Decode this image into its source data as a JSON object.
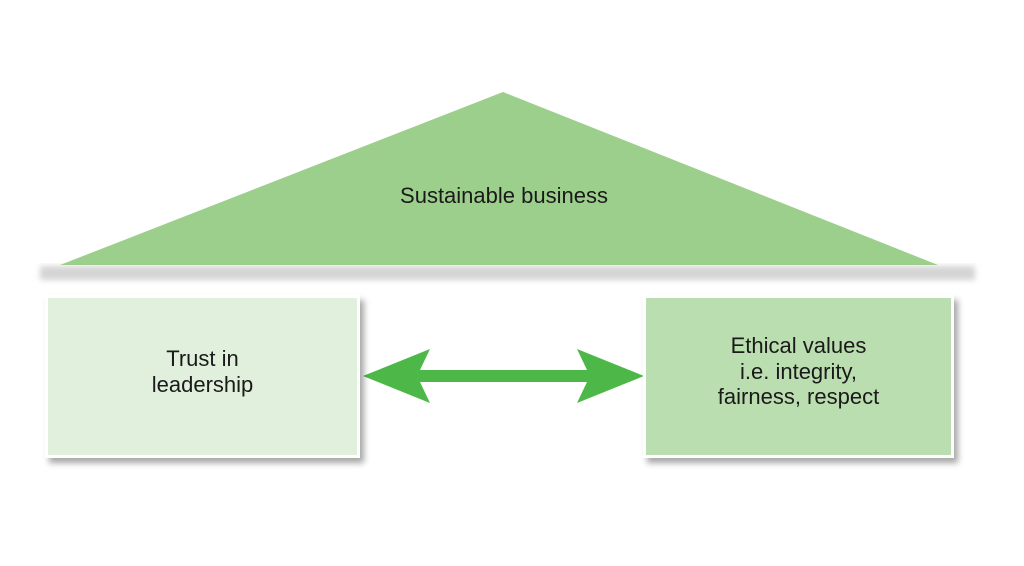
{
  "roof": {
    "label": "Sustainable business"
  },
  "boxes": {
    "left": {
      "lines": [
        "Trust in",
        "leadership"
      ]
    },
    "right": {
      "lines": [
        "Ethical values",
        "i.e. integrity,",
        "fairness, respect"
      ]
    }
  },
  "colors": {
    "roof": "#9ccf8c",
    "arrow": "#4db848",
    "left_box": "#e1f0dc",
    "right_box": "#badeb0"
  }
}
